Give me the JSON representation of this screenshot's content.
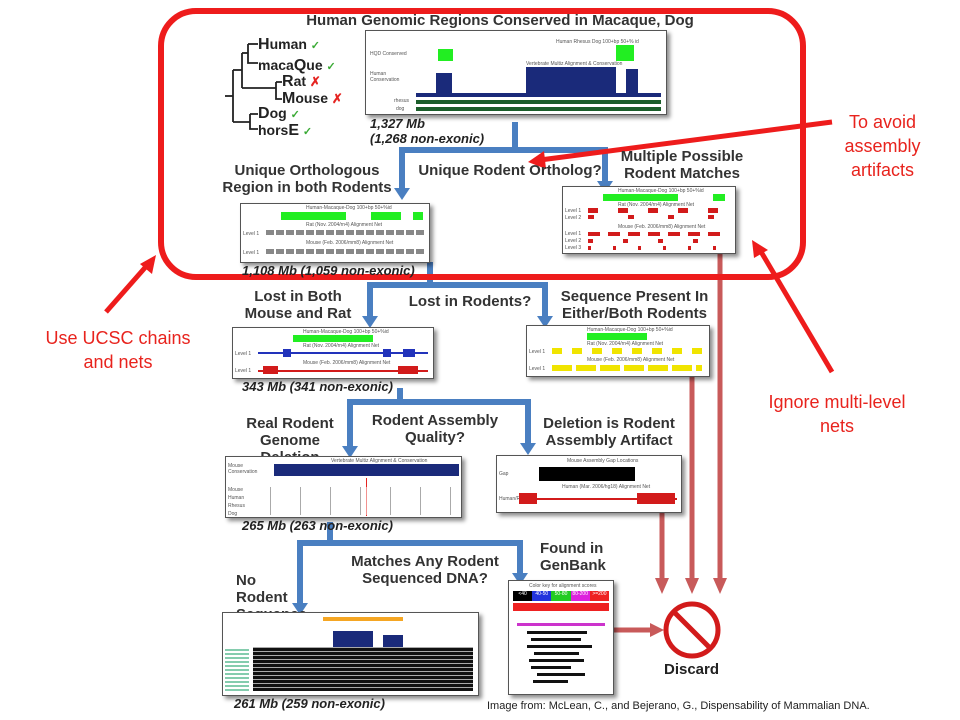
{
  "title": "Human Genomic Regions Conserved in Macaque, Dog",
  "tree": {
    "species": [
      {
        "cap": "H",
        "rest": "uman",
        "mark": "✓"
      },
      {
        "cap": "",
        "rest": "maca",
        "cap2": "Q",
        "rest2": "ue",
        "mark": "✓"
      },
      {
        "cap": "R",
        "rest": "at",
        "mark": "✗"
      },
      {
        "cap": "M",
        "rest": "ouse",
        "mark": "✗"
      },
      {
        "cap": "D",
        "rest": "og",
        "mark": "✓"
      },
      {
        "cap": "",
        "rest": "hors",
        "cap2": "E",
        "rest2": "",
        "mark": "✓"
      }
    ]
  },
  "panel_top": {
    "hqd": "HQD Conserved",
    "track_title": "Human Rhesus Dog 100+bp 50+% id",
    "human_cons": "Human Conservation",
    "multiz": "Vertebrate Multiz Alignment & Conservation",
    "rhesus": "rhesus",
    "dog": "dog"
  },
  "stats": {
    "s1a": "1,327 Mb",
    "s1b": "(1,268 non-exonic)",
    "s2": "1,108 Mb (1,059 non-exonic)",
    "s3": "343 Mb (341 non-exonic)",
    "s4": "265 Mb (263 non-exonic)",
    "s5": "261 Mb (259 non-exonic)"
  },
  "labels": {
    "unique_orth": "Unique Orthologous Region in both Rodents",
    "unique_q": "Unique Rodent Ortholog?",
    "multiple": "Multiple Possible Rodent Matches",
    "lost_both": "Lost in Both Mouse and Rat",
    "lost_q": "Lost in Rodents?",
    "seq_present": "Sequence Present In Either/Both Rodents",
    "real_del": "Real Rodent Genome Deletion",
    "assembly_q": "Rodent Assembly Quality?",
    "del_artifact": "Deletion is Rodent Assembly Artifact",
    "no_rodent": "No Rodent Sequence",
    "matches_q": "Matches Any Rodent Sequenced DNA?",
    "genbank": "Found in GenBank",
    "discard": "Discard"
  },
  "annotations": {
    "assembly": "To avoid assembly artifacts",
    "ucsc": "Use UCSC chains and nets",
    "multi": "Ignore multi-level nets"
  },
  "panel_text": {
    "hmd": "Human-Macaque-Dog 100+bp 50+%id",
    "rat_net": "Rat (Nov. 2004/rn4) Alignment Net",
    "mouse_net": "Mouse (Feb. 2006/mm8) Alignment Net",
    "level1": "Level 1",
    "level2": "Level 2",
    "level3": "Level 3",
    "vmac": "Vertebrate Multiz Alignment & Conservation",
    "mouse_cons": "Mouse Conservation",
    "gap": "Gap",
    "mouse_gap": "Mouse Assembly Gap Locations",
    "human_net": "Human (Mar. 2006/hg18) Alignment Net",
    "human_rat": "Human/Rat",
    "color_key": "Color key for alignment scores",
    "score_labels": [
      "<40",
      "40-50",
      "50-80",
      "80-200",
      ">=200"
    ],
    "species_rows": [
      "Mouse",
      "Human",
      "Rhesus",
      "Dog"
    ]
  },
  "colors": {
    "accent_red": "#ee1c1c",
    "flow_blue": "#4a7fc1",
    "discard_arrow": "#c85a5a",
    "green": "#22ee22",
    "navy": "#1a2a7a"
  },
  "credit": "Image from: McLean, C., and Bejerano, G., Dispensability of Mammalian DNA."
}
